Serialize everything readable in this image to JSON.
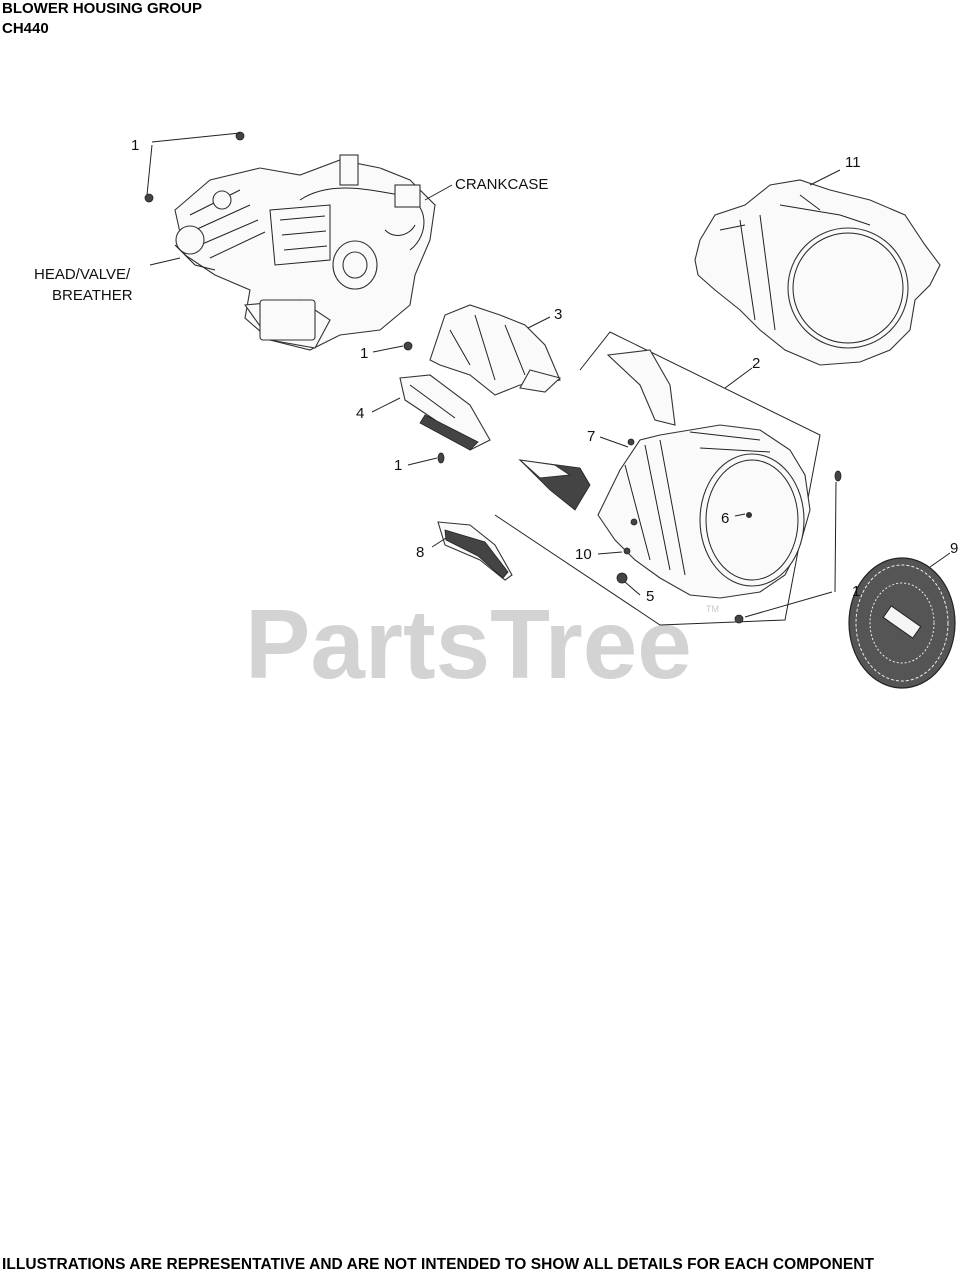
{
  "header": {
    "title": "BLOWER HOUSING GROUP",
    "model": "CH440"
  },
  "footer": {
    "disclaimer": "ILLUSTRATIONS ARE REPRESENTATIVE AND ARE NOT INTENDED TO SHOW ALL DETAILS FOR EACH COMPONENT"
  },
  "watermark": {
    "text": "PartsTree",
    "tm": "TM"
  },
  "callouts": {
    "crankcase": "CRANKCASE",
    "head_valve": "HEAD/VALVE/",
    "breather": "BREATHER",
    "p1a": "1",
    "p1b": "1",
    "p1c": "1",
    "p1d": "1",
    "p2": "2",
    "p3": "3",
    "p4": "4",
    "p5": "5",
    "p6": "6",
    "p7": "7",
    "p8": "8",
    "p9": "9",
    "p10": "10",
    "p11": "11"
  }
}
